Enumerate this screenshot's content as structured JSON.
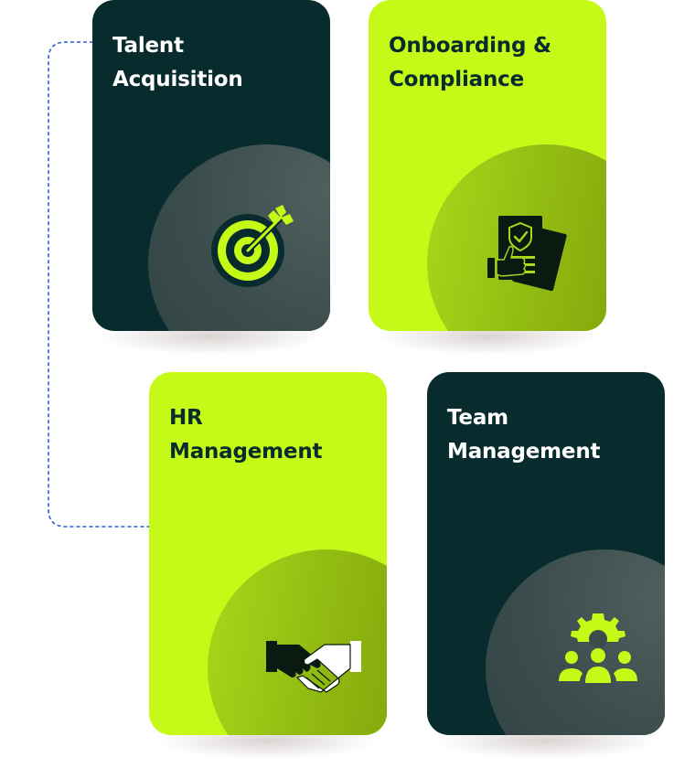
{
  "cards": [
    {
      "key": "talent",
      "title_line1": "Talent",
      "title_line2": "Acquisition",
      "icon": "target-icon",
      "theme": "dark"
    },
    {
      "key": "onboarding",
      "title_line1": "Onboarding &",
      "title_line2": "Compliance",
      "icon": "document-thumbs-up-icon",
      "theme": "lime"
    },
    {
      "key": "hr",
      "title_line1": "HR",
      "title_line2": "Management",
      "icon": "handshake-icon",
      "theme": "lime"
    },
    {
      "key": "team",
      "title_line1": "Team",
      "title_line2": "Management",
      "icon": "team-gear-icon",
      "theme": "dark"
    }
  ],
  "colors": {
    "dark": "#082c2e",
    "lime": "#c5fa18",
    "connector": "#2c5bd8"
  }
}
